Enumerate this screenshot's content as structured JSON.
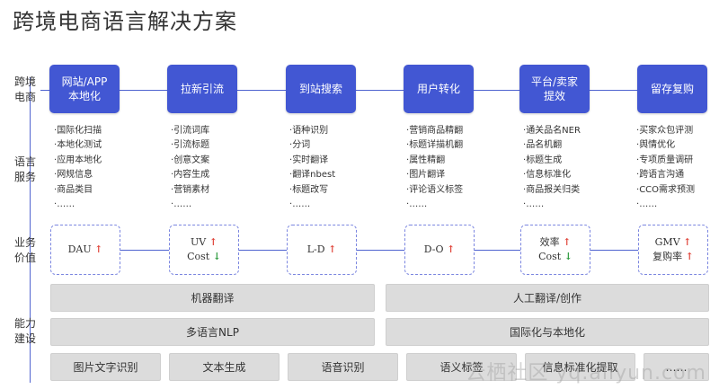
{
  "title": "跨境电商语言解决方案",
  "row_labels": {
    "business_flow": "跨境\n电商",
    "language_service": "语言\n服务",
    "business_value": "业务\n价值",
    "capability": "能力\n建设"
  },
  "stages": [
    {
      "label": "网站/APP\n本地化"
    },
    {
      "label": "拉新引流"
    },
    {
      "label": "到站搜索"
    },
    {
      "label": "用户转化"
    },
    {
      "label": "平台/卖家\n提效"
    },
    {
      "label": "留存复购"
    }
  ],
  "services": [
    [
      "国际化扫描",
      "本地化测试",
      "应用本地化",
      "网规信息",
      "商品类目",
      "……"
    ],
    [
      "引流词库",
      "引流标题",
      "创意文案",
      "内容生成",
      "营销素材",
      "……"
    ],
    [
      "语种识别",
      "分词",
      "实时翻译",
      "翻译nbest",
      "标题改写",
      "……"
    ],
    [
      "营销商品精翻",
      "标题详描机翻",
      "属性精翻",
      "图片翻译",
      "评论语义标签",
      "……"
    ],
    [
      "通关品名NER",
      "品名机翻",
      "标题生成",
      "信息标准化",
      "商品报关归类",
      "……"
    ],
    [
      "买家众包评测",
      "舆情优化",
      "专项质量调研",
      "跨语言沟通",
      "CCO需求预测",
      "……"
    ]
  ],
  "values": [
    [
      {
        "text": "DAU",
        "trend": "up",
        "arrow": "↑"
      }
    ],
    [
      {
        "text": "UV",
        "trend": "up",
        "arrow": "↑"
      },
      {
        "text": "Cost",
        "trend": "down",
        "arrow": "↓"
      }
    ],
    [
      {
        "text": "L-D",
        "trend": "up",
        "arrow": "↑"
      }
    ],
    [
      {
        "text": "D-O",
        "trend": "up",
        "arrow": "↑"
      }
    ],
    [
      {
        "text": "效率",
        "trend": "up",
        "arrow": "↑"
      },
      {
        "text": "Cost",
        "trend": "down",
        "arrow": "↓"
      }
    ],
    [
      {
        "text": "GMV",
        "trend": "up",
        "arrow": "↑"
      },
      {
        "text": "复购率",
        "trend": "up",
        "arrow": "↑"
      }
    ]
  ],
  "capabilities": {
    "machine_translation": "机器翻译",
    "human_translation": "人工翻译/创作",
    "multilingual_nlp": "多语言NLP",
    "i18n_l10n": "国际化与本地化",
    "image_text_recognition": "图片文字识别",
    "text_generation": "文本生成",
    "speech_recognition": "语音识别",
    "semantic_tagging": "语义标签",
    "info_standardization_extraction": "信息标准化提取",
    "more": "……"
  },
  "watermark": "云栖社区 yq.aliyun.com",
  "colors": {
    "stage_fill": "#4257d3",
    "line": "#4f63cf",
    "up_arrow": "#e0453a",
    "down_arrow": "#2e9b3f",
    "capability_fill": "#dcdcdc"
  }
}
